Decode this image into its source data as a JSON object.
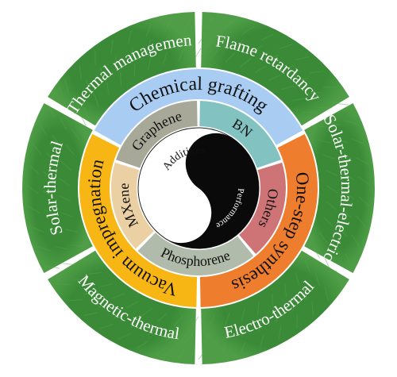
{
  "colors": {
    "outer_green": "#3f8f3b",
    "outer_green_light": "#57a64e",
    "chemical_grafting": "#a9ccf2",
    "one_step": "#ef7d2e",
    "vacuum": "#f8b615",
    "graphene": "#a7a898",
    "bn": "#82c2c0",
    "others": "#cf7476",
    "phosphorene": "#b1bbab",
    "mxene": "#ebd0a3",
    "separator": "#ffffff"
  },
  "applications": [
    "Thermal management",
    "Flame retardancy",
    "Solar-thermal-electric",
    "Electro-thermal",
    "Magnetic-thermal",
    "Solar-thermal"
  ],
  "methods": [
    "Chemical grafting",
    "One-step synthesis",
    "Vacuum impregnation"
  ],
  "additives": [
    "Graphene",
    "BN",
    "Others",
    "Phosphorene",
    "MXene"
  ],
  "center": {
    "left_label": "Additives",
    "right_label": "Performance"
  }
}
